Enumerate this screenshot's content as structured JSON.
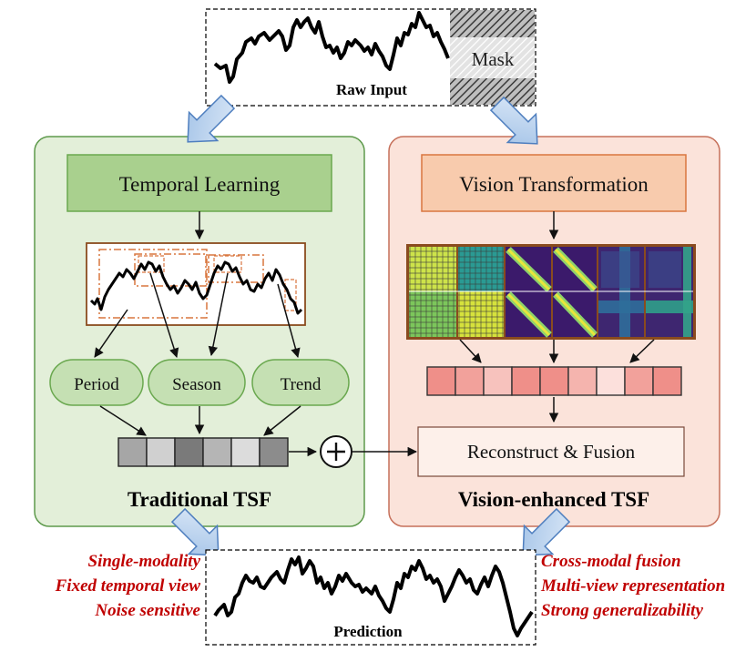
{
  "top": {
    "raw_input_label": "Raw Input",
    "mask_label": "Mask"
  },
  "left_panel": {
    "module_label": "Temporal Learning",
    "components": [
      "Period",
      "Season",
      "Trend"
    ],
    "title": "Traditional TSF",
    "colors": {
      "panel_fill": "#e3efd9",
      "panel_border": "#5e9a4c",
      "module_fill": "#a9d08e",
      "module_border": "#6aa84f"
    },
    "token_shades": [
      "#a6a6a6",
      "#d0d0d0",
      "#7a7a7a",
      "#b5b5b5",
      "#dcdcdc",
      "#8c8c8c"
    ]
  },
  "right_panel": {
    "module_label": "Vision Transformation",
    "fusion_label": "Reconstruct & Fusion",
    "title": "Vision-enhanced TSF",
    "colors": {
      "panel_fill": "#fbe3da",
      "panel_border": "#c6705a",
      "module_fill": "#f8cbad",
      "module_border": "#d9763f"
    },
    "token_shades": [
      "#ef8f89",
      "#f2a19b",
      "#f7c2bd",
      "#ef8f89",
      "#ef8f89",
      "#f5b4ae",
      "#fce0dc",
      "#f2a19b",
      "#ef8f89"
    ]
  },
  "bottom": {
    "prediction_label": "Prediction",
    "left_notes": [
      "Single-modality",
      "Fixed temporal view",
      "Noise sensitive"
    ],
    "right_notes": [
      "Cross-modal fusion",
      "Multi-view representation",
      "Strong generalizability"
    ],
    "note_color": "#c00000"
  },
  "icons": {
    "arrow": "block-arrow-icon",
    "plus": "circle-plus-icon"
  }
}
